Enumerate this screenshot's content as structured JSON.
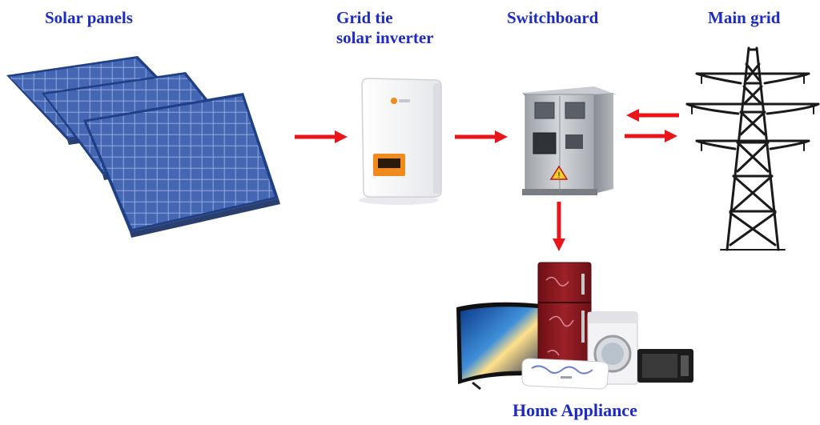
{
  "labels": {
    "solar_panels": "Solar panels",
    "inverter_line1": "Grid tie",
    "inverter_line2": "solar inverter",
    "switchboard": "Switchboard",
    "main_grid": "Main grid",
    "home_appliance": "Home Appliance"
  },
  "colors": {
    "label_text": "#1d2bc4",
    "arrow": "#e8161b",
    "panel_cell": "#4a6cb8",
    "panel_frame": "#1f3f86",
    "inverter_body": "#f4f4f6",
    "inverter_display": "#f08a1c",
    "cabinet_body": "#b9bcc0",
    "tower": "#1a1a1a",
    "fridge": "#8b1a20"
  },
  "icons": [
    "solar-panels-image",
    "inverter-image",
    "switchboard-cabinet-image",
    "transmission-tower-image",
    "home-appliances-image",
    "warning-triangle-icon"
  ]
}
